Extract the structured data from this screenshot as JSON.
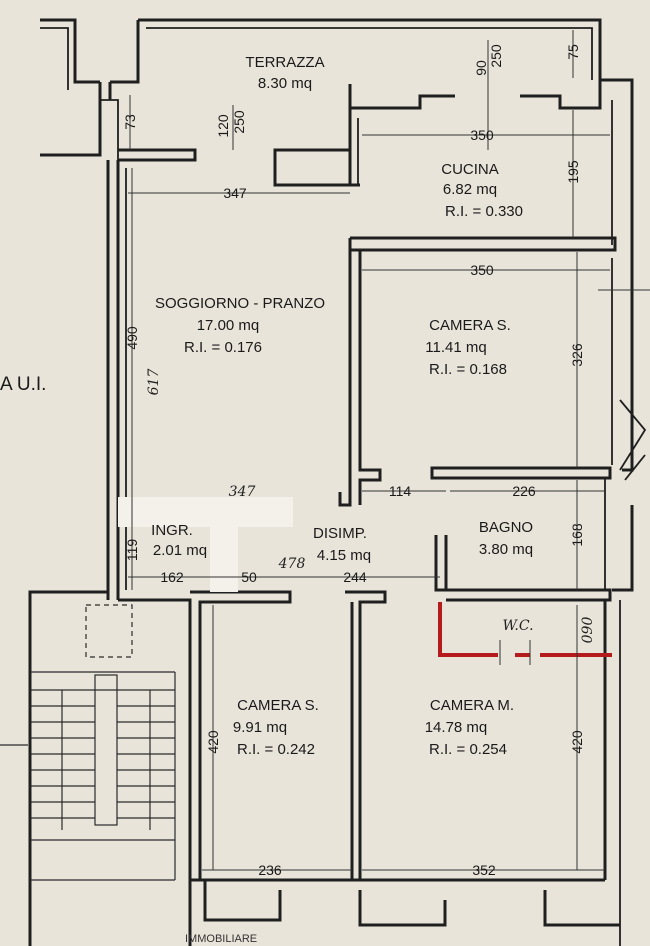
{
  "rooms": {
    "terrazza": {
      "name": "TERRAZZA",
      "area": "8.30 mq"
    },
    "cucina": {
      "name": "CUCINA",
      "area": "6.82 mq",
      "ri": "R.I. = 0.330"
    },
    "soggiorno": {
      "name": "SOGGIORNO - PRANZO",
      "area": "17.00 mq",
      "ri": "R.I. = 0.176"
    },
    "camera_s_top": {
      "name": "CAMERA S.",
      "area": "11.41 mq",
      "ri": "R.I. = 0.168"
    },
    "ingr": {
      "name": "INGR.",
      "area": "2.01 mq"
    },
    "disimp": {
      "name": "DISIMP.",
      "area": "4.15 mq"
    },
    "bagno": {
      "name": "BAGNO",
      "area": "3.80 mq"
    },
    "camera_s_bottom": {
      "name": "CAMERA S.",
      "area": "9.91 mq",
      "ri": "R.I. = 0.242"
    },
    "camera_m": {
      "name": "CAMERA M.",
      "area": "14.78 mq",
      "ri": "R.I. = 0.254"
    }
  },
  "dimensions": {
    "d90": "90",
    "d250a": "250",
    "d75": "75",
    "d73": "73",
    "d120": "120",
    "d250b": "250",
    "d350a": "350",
    "d195": "195",
    "d347": "347",
    "d350b": "350",
    "d490": "490",
    "d326": "326",
    "d114": "114",
    "d226": "226",
    "d119": "119",
    "d168": "168",
    "d162": "162",
    "d50": "50",
    "d244": "244",
    "d420a": "420",
    "d420b": "420",
    "d236": "236",
    "d352": "352"
  },
  "handwritten": {
    "h617": "617",
    "h347": "347",
    "h478": "478",
    "hwc": "W.C.",
    "h090": "090"
  },
  "side_text": {
    "ui": "A U.I.",
    "footer": "IMMOBILIARE"
  },
  "colors": {
    "paper": "#e9e4da",
    "walls": "#1f1f1f",
    "new_wall": "#b51b1b"
  }
}
